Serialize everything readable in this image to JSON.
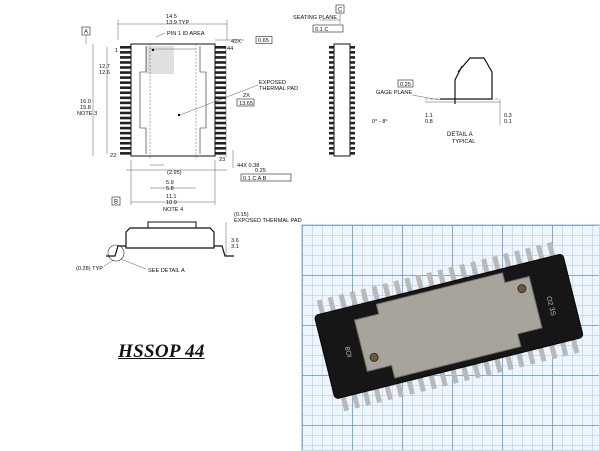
{
  "caption": "HSSOP 44",
  "top_view": {
    "width": "14.5\n13.9 TYP",
    "pin1": "PIN 1 ID AREA",
    "pin1_no": "1",
    "pin44": "44",
    "pin22": "22",
    "pin23": "23",
    "pitch": "42X 0.65",
    "height_outer": "16.0\n15.8\nNOTE 3",
    "height_inner": "12.7\n12.6",
    "pad_label": "EXPOSED\nTHERMAL PAD",
    "pad_dim": "2X\n13.65",
    "lead_w": "44X 0.38\n0.25",
    "tol": "0.1 C A B",
    "pad_small": "(2.95)",
    "pad_w": "5.9\n5.8",
    "body_w": "11.1\n10.9\nNOTE 4",
    "datum_a": "A",
    "datum_b": "B"
  },
  "side_view": {
    "seating": "SEATING PLANE",
    "datum_c": "C",
    "flat": "0.1 C"
  },
  "detail": {
    "title": "DETAIL A",
    "sub": "TYPICAL",
    "gage": "GAGE PLANE",
    "gage_dim": "0.25",
    "foot": "1.1\n0.8",
    "standoff": "0.3\n0.1",
    "angle": "0° - 8°"
  },
  "front_view": {
    "pad_label": "(0.15)\nEXPOSED THERMAL PAD",
    "height": "3.6\n3.1",
    "typ": "(0.28) TYP",
    "see": "SEE DETAIL A"
  },
  "photo": {
    "marking": "O2 3S",
    "marking2": "8Ol"
  }
}
